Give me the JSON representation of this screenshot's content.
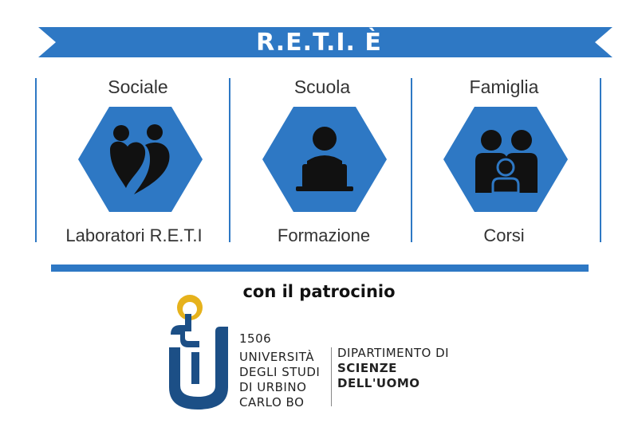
{
  "banner": {
    "title": "R.E.T.I. È",
    "color": "#2e78c4"
  },
  "columns": [
    {
      "top_label": "Sociale",
      "bottom_label": "Laboratori R.E.T.I",
      "icon": "hearts-people-icon"
    },
    {
      "top_label": "Scuola",
      "bottom_label": "Formazione",
      "icon": "person-laptop-icon"
    },
    {
      "top_label": "Famiglia",
      "bottom_label": "Corsi",
      "icon": "family-icon"
    }
  ],
  "patrocinio": "con il patrocinio",
  "university": {
    "year": "1506",
    "lines": [
      "UNIVERSITÀ",
      "DEGLI STUDI",
      "DI URBINO",
      "CARLO BO"
    ],
    "logo_icon": "urbino-university-logo"
  },
  "department": {
    "line1": "DIPARTIMENTO DI",
    "line2": "SCIENZE",
    "line3": "DELL'UOMO"
  },
  "colors": {
    "accent": "#2e78c4",
    "gold": "#e6b21c",
    "navy": "#1c4f86",
    "icon": "#111111"
  }
}
